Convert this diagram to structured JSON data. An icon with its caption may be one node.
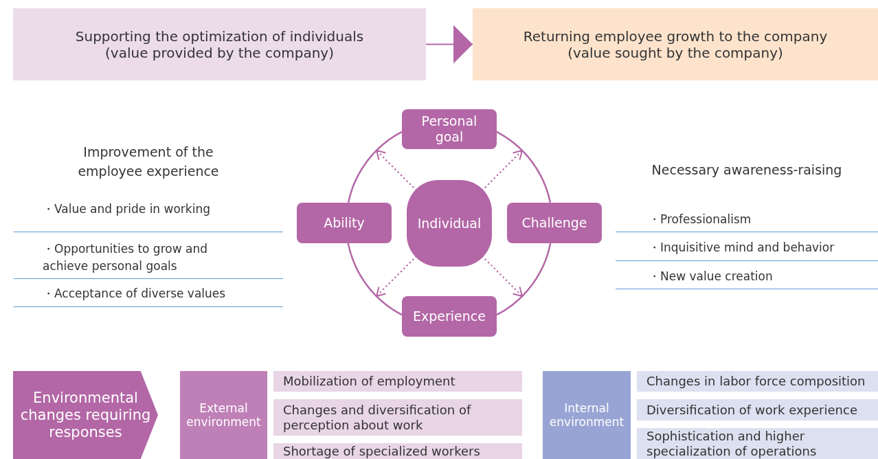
{
  "diagram": {
    "nodes": [
      {
        "text": [
          "Supporting the optimization of individuals (value provided by the company)"
        ]
      },
      {
        "text": [
          "Returning employee growth to the company (value sought by the company)"
        ]
      },
      {
        "text": [
          "Individual"
        ]
      },
      {
        "text": [
          "Personal goal"
        ]
      },
      {
        "text": [
          "Ability"
        ]
      },
      {
        "text": [
          "Challenge"
        ]
      },
      {
        "text": [
          "Experience"
        ]
      },
      {
        "text": [
          "Environmental changes requiring responses"
        ]
      },
      {
        "text": [
          "External environment"
        ]
      },
      {
        "text": [
          "Mobilization of employment"
        ]
      },
      {
        "text": [
          "Changes and diversification of perception about work"
        ]
      },
      {
        "text": [
          "Shortage of specialized workers"
        ]
      },
      {
        "text": [
          "Internal environment"
        ]
      },
      {
        "text": [
          "Changes in labor force composition"
        ]
      },
      {
        "text": [
          "Diversification of work experience"
        ]
      },
      {
        "text": [
          "Sophistication and higher specialization of operations"
        ]
      }
    ],
    "edges": [
      {
        "from": 0,
        "to": 1,
        "arrow": "to"
      },
      {
        "from": 2,
        "to": null,
        "arrow": "to",
        "style": "dashed"
      },
      {
        "from": 2,
        "to": null,
        "arrow": "to",
        "style": "dashed"
      },
      {
        "from": 2,
        "to": null,
        "arrow": "to",
        "style": "dashed"
      },
      {
        "from": 2,
        "to": null,
        "arrow": "to",
        "style": "dashed"
      },
      {
        "from": 3,
        "to": 5,
        "arrow": "none"
      },
      {
        "from": 5,
        "to": 6,
        "arrow": "none"
      },
      {
        "from": 6,
        "to": 4,
        "arrow": "none"
      },
      {
        "from": 4,
        "to": 3,
        "arrow": "none"
      }
    ],
    "labels": [
      "Improvement of the employee experience",
      "・Value and pride in working",
      "・Opportunities to grow and achieve personal goals",
      "・Acceptance of diverse values",
      "Necessary awareness-raising",
      "・Professionalism",
      "・Inquisitive mind and behavior",
      "・New value creation"
    ]
  }
}
